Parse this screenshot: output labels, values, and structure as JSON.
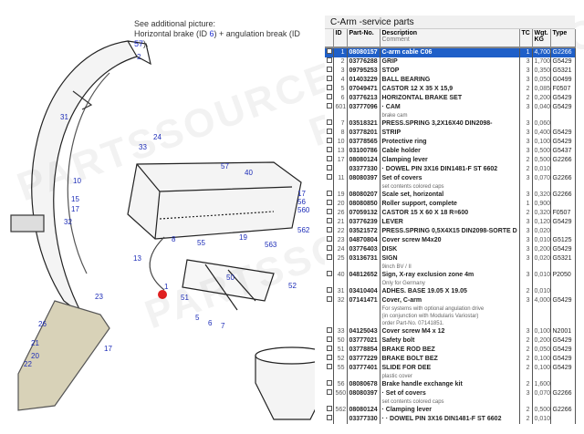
{
  "note": {
    "line1": "See additional picture:",
    "line2a": "Horizontal brake (ID ",
    "id1": "6",
    "line2b": ") + angulation break (ID ",
    "id2": "57",
    "line2c": ")."
  },
  "callouts": [
    "2",
    "31",
    "24",
    "33",
    "57",
    "40",
    "10",
    "15",
    "17",
    "32",
    "17",
    "56",
    "560",
    "562",
    "19",
    "55",
    "8",
    "563",
    "13",
    "1",
    "51",
    "50",
    "52",
    "23",
    "5",
    "6",
    "7",
    "26",
    "21",
    "20",
    "22",
    "17"
  ],
  "panel": {
    "title": "C-Arm -service parts",
    "headers": {
      "id": "ID",
      "part": "Part-No.",
      "desc": "Description",
      "comment": "Comment",
      "tc": "TC",
      "wgt": "Wgt. KG",
      "type": "Type"
    },
    "rows": [
      {
        "id": "1",
        "part": "08080157",
        "desc": "C-arm cable C06",
        "tc": "1",
        "wgt": "4,700",
        "type": "G2266",
        "selected": true
      },
      {
        "id": "2",
        "part": "03776288",
        "desc": "GRIP",
        "tc": "3",
        "wgt": "1,700",
        "type": "G5429"
      },
      {
        "id": "3",
        "part": "09795253",
        "desc": "STOP",
        "tc": "3",
        "wgt": "0,350",
        "type": "G5321"
      },
      {
        "id": "4",
        "part": "01403229",
        "desc": "BALL BEARING",
        "tc": "3",
        "wgt": "0,050",
        "type": "G0499"
      },
      {
        "id": "5",
        "part": "07049471",
        "desc": "CASTOR 12 X 35 X 15,9",
        "tc": "2",
        "wgt": "0,085",
        "type": "F0507"
      },
      {
        "id": "6",
        "part": "03776213",
        "desc": "HORIZONTAL BRAKE SET",
        "tc": "2",
        "wgt": "0,200",
        "type": "G5429"
      },
      {
        "id": "601",
        "part": "03777096",
        "desc": "· CAM",
        "comment": "brake cam",
        "tc": "3",
        "wgt": "0,040",
        "type": "G5429"
      },
      {
        "id": "7",
        "part": "03518321",
        "desc": "PRESS.SPRING 3,2X16X40 DIN2098-",
        "tc": "3",
        "wgt": "0,060",
        "type": ""
      },
      {
        "id": "8",
        "part": "03778201",
        "desc": "STRIP",
        "tc": "3",
        "wgt": "0,400",
        "type": "G5429"
      },
      {
        "id": "10",
        "part": "03778565",
        "desc": "Protective ring",
        "tc": "3",
        "wgt": "0,100",
        "type": "G5429"
      },
      {
        "id": "13",
        "part": "03100786",
        "desc": "Cable holder",
        "tc": "3",
        "wgt": "0,500",
        "type": "G5437"
      },
      {
        "id": "17",
        "part": "08080124",
        "desc": "Clamping lever",
        "tc": "2",
        "wgt": "0,500",
        "type": "G2266"
      },
      {
        "id": "",
        "part": "03377330",
        "desc": "· DOWEL PIN 3X16 DIN1481-F ST 6602",
        "tc": "2",
        "wgt": "0,010",
        "type": ""
      },
      {
        "id": "11",
        "part": "08080397",
        "desc": "Set of covers",
        "comment": "set contents colored caps",
        "tc": "3",
        "wgt": "0,070",
        "type": "G2266"
      },
      {
        "id": "19",
        "part": "08080207",
        "desc": "Scale set, horizontal",
        "tc": "3",
        "wgt": "0,320",
        "type": "G2266"
      },
      {
        "id": "20",
        "part": "08080850",
        "desc": "Roller support, complete",
        "tc": "1",
        "wgt": "0,900",
        "type": ""
      },
      {
        "id": "26",
        "part": "07059132",
        "desc": "CASTOR 15 X 60 X 18 R=600",
        "tc": "2",
        "wgt": "0,320",
        "type": "F0507"
      },
      {
        "id": "21",
        "part": "03776239",
        "desc": "LEVER",
        "tc": "3",
        "wgt": "0,120",
        "type": "G5429"
      },
      {
        "id": "22",
        "part": "03521572",
        "desc": "PRESS.SPRING 0,5X4X15 DIN2098-SORTE D",
        "tc": "3",
        "wgt": "0,020",
        "type": ""
      },
      {
        "id": "23",
        "part": "04870804",
        "desc": "Cover screw M4x20",
        "tc": "3",
        "wgt": "0,010",
        "type": "G5125"
      },
      {
        "id": "24",
        "part": "03776403",
        "desc": "DISK",
        "tc": "3",
        "wgt": "0,200",
        "type": "G5429"
      },
      {
        "id": "25",
        "part": "03136731",
        "desc": "SIGN",
        "comment": "9inch BV / II",
        "tc": "3",
        "wgt": "0,020",
        "type": "G5321"
      },
      {
        "id": "40",
        "part": "04812652",
        "desc": "Sign, X-ray exclusion zone 4m",
        "comment": "Only for Germany",
        "tc": "3",
        "wgt": "0,010",
        "type": "P2050"
      },
      {
        "id": "31",
        "part": "03410404",
        "desc": "ADHES. BASE 19.05 X 19.05",
        "tc": "2",
        "wgt": "0,010",
        "type": ""
      },
      {
        "id": "32",
        "part": "07141471",
        "desc": "Cover, C-arm",
        "comment": "For systems with optional angulation drive",
        "comment2": "(in conjunction with Modularis Variostar)",
        "comment3": "order Part-No. 07141851.",
        "tc": "3",
        "wgt": "4,000",
        "type": "G5429"
      },
      {
        "id": "33",
        "part": "04125043",
        "desc": "Cover screw M4 x 12",
        "tc": "3",
        "wgt": "0,100",
        "type": "N2001"
      },
      {
        "id": "50",
        "part": "03777021",
        "desc": "Safety bolt",
        "tc": "2",
        "wgt": "0,200",
        "type": "G5429"
      },
      {
        "id": "51",
        "part": "03778854",
        "desc": "BRAKE ROD BEZ",
        "tc": "2",
        "wgt": "0,050",
        "type": "G5429"
      },
      {
        "id": "52",
        "part": "03777229",
        "desc": "BRAKE BOLT BEZ",
        "tc": "2",
        "wgt": "0,100",
        "type": "G5429"
      },
      {
        "id": "55",
        "part": "03777401",
        "desc": "SLIDE FOR DEE",
        "comment": "plastic cover",
        "tc": "2",
        "wgt": "0,100",
        "type": "G5429"
      },
      {
        "id": "56",
        "part": "08080678",
        "desc": "Brake handle exchange kit",
        "tc": "2",
        "wgt": "1,600",
        "type": ""
      },
      {
        "id": "560",
        "part": "08080397",
        "desc": "· Set of covers",
        "comment": "set contents colored caps",
        "tc": "3",
        "wgt": "0,070",
        "type": "G2266"
      },
      {
        "id": "562",
        "part": "08080124",
        "desc": "· Clamping lever",
        "tc": "2",
        "wgt": "0,500",
        "type": "G2266"
      },
      {
        "id": "",
        "part": "03377330",
        "desc": "· · DOWEL PIN 3X16 DIN1481-F ST 6602",
        "tc": "2",
        "wgt": "0,010",
        "type": ""
      }
    ]
  },
  "watermark": "PARTSSOURCE"
}
